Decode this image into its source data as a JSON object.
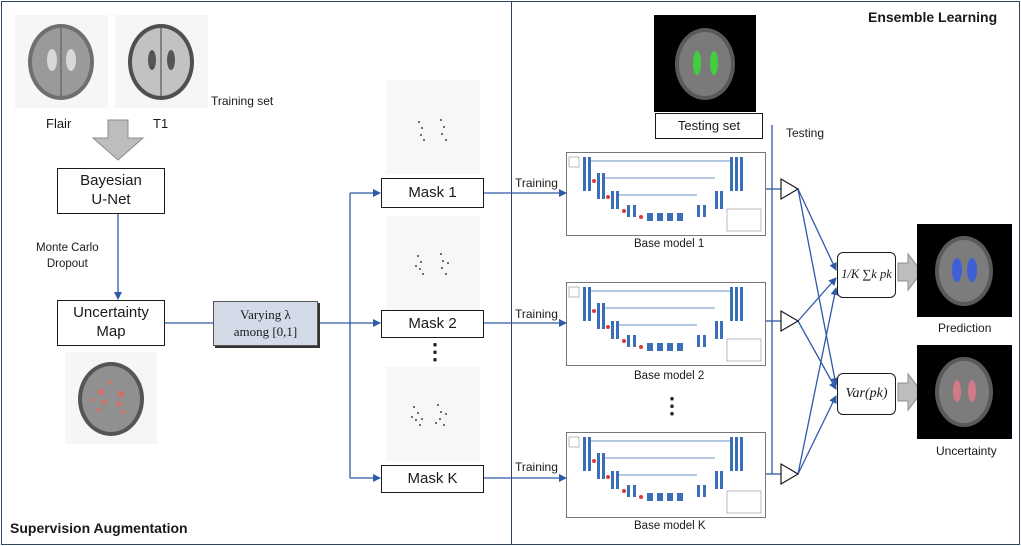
{
  "sections": {
    "left_title": "Supervision Augmentation",
    "right_title": "Ensemble Learning"
  },
  "inputs": {
    "flair_label": "Flair",
    "t1_label": "T1",
    "training_set_label": "Training set"
  },
  "pipeline": {
    "bayesian_unet": [
      "Bayesian",
      "U-Net"
    ],
    "dropout_label": [
      "Monte Carlo",
      "Dropout"
    ],
    "uncertainty_map": [
      "Uncertainty",
      "Map"
    ],
    "varying_lambda": [
      "Varying λ",
      "among [0,1]"
    ]
  },
  "masks": [
    "Mask 1",
    "Mask 2",
    "Mask K"
  ],
  "ellipsis": "⋮",
  "training_label": "Training",
  "testing": {
    "testing_set_label": "Testing set",
    "testing_label": "Testing"
  },
  "models": [
    "Base model 1",
    "Base model 2",
    "Base model K"
  ],
  "outputs": {
    "mean_formula": "1/K ∑k pk",
    "var_formula": "Var(pk)",
    "prediction_label": "Prediction",
    "uncertainty_label": "Uncertainty"
  },
  "colors": {
    "panel_border": "#2f4566",
    "arrow": "#2e5aa8",
    "lambda_box": "#d4dbe8",
    "gray_arrow": "#bdbdbd"
  }
}
